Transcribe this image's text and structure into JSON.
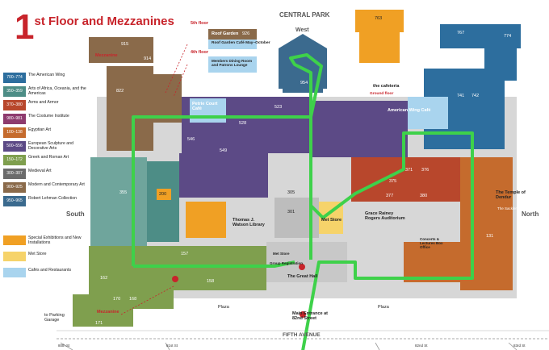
{
  "title": {
    "number": "1",
    "text": "st Floor and Mezzanines"
  },
  "compass": {
    "north_of": "CENTRAL PARK",
    "west": "West",
    "south": "South",
    "north": "North",
    "east": "FIFTH AVENUE"
  },
  "legend": [
    {
      "code": "700–774",
      "label": "The American Wing",
      "color": "#2d6e9e"
    },
    {
      "code": "350–359",
      "label": "Arts of Africa, Oceania, and the Americas",
      "color": "#4d8d86"
    },
    {
      "code": "370–380",
      "label": "Arms and Armor",
      "color": "#b8472c"
    },
    {
      "code": "980–981",
      "label": "The Costume Institute",
      "color": "#8e3b6e"
    },
    {
      "code": "100–138",
      "label": "Egyptian Art",
      "color": "#c56b2d"
    },
    {
      "code": "500–556",
      "label": "European Sculpture and Decorative Arts",
      "color": "#5c4a86"
    },
    {
      "code": "150–172",
      "label": "Greek and Roman Art",
      "color": "#7f9f4e"
    },
    {
      "code": "300–307",
      "label": "Medieval Art",
      "color": "#6b6b6b"
    },
    {
      "code": "900–925",
      "label": "Modern and Contemporary Art",
      "color": "#8a6a4a"
    },
    {
      "code": "950–965",
      "label": "Robert Lehman Collection",
      "color": "#3b6a8e"
    }
  ],
  "legend_extra": [
    {
      "label": "Special Exhibitions and New Installations",
      "color": "#f0a024"
    },
    {
      "label": "Met Store",
      "color": "#f6d36a"
    },
    {
      "label": "Cafés and Restaurants",
      "color": "#a9d4ee"
    }
  ],
  "labels": {
    "mezzanine_top": "Mezzanine",
    "mezzanine_bottom": "Mezzanine",
    "fifth_floor": "5th floor",
    "roof_garden": "Roof Garden",
    "roof_garden_num": "926",
    "roof_cafe": "Roof Garden Café May–October",
    "fourth_floor": "4th floor",
    "members_dining": "Members Dining Room and Patrons Lounge",
    "petrie_cafe": "Petrie Court Café",
    "watson_library": "Thomas J. Watson Library",
    "met_store": "Met Store",
    "met_store_small": "Met Store",
    "rogers_auditorium": "Grace Rainey Rogers Auditorium",
    "temple": "The Temple of Dendur",
    "sackler": "The Sackler Wing",
    "cafeteria": "the cafeteria",
    "ground_floor": "Ground floor",
    "american_wing_cafe": "American Wing Café",
    "concerts": "Concerts & Lectures Box Office",
    "group_registration": "Group Registration",
    "main_entrance": "Main Entrance at 82nd Street",
    "great_hall": "The Great Hall",
    "plaza_left": "Plaza",
    "plaza_right": "Plaza",
    "parking": "to Parking Garage",
    "st80": "80th St",
    "st81": "81st St",
    "st82": "82nd St",
    "st83": "83rd St",
    "r915": "915",
    "r914": "914",
    "r822": "822",
    "r763": "763",
    "r774": "774",
    "r767": "767",
    "r131": "131",
    "r355": "355",
    "r371": "371",
    "r376": "376",
    "r305": "305",
    "r301": "301",
    "r162": "162",
    "r171": "171",
    "r170": "170",
    "r168": "168",
    "r157": "157",
    "r954": "954",
    "r528": "528",
    "r523": "523",
    "r546": "546",
    "r549": "549",
    "r741": "741",
    "r742": "742",
    "r200": "200",
    "r158": "158",
    "r375": "375",
    "r377": "377",
    "r380": "380"
  }
}
